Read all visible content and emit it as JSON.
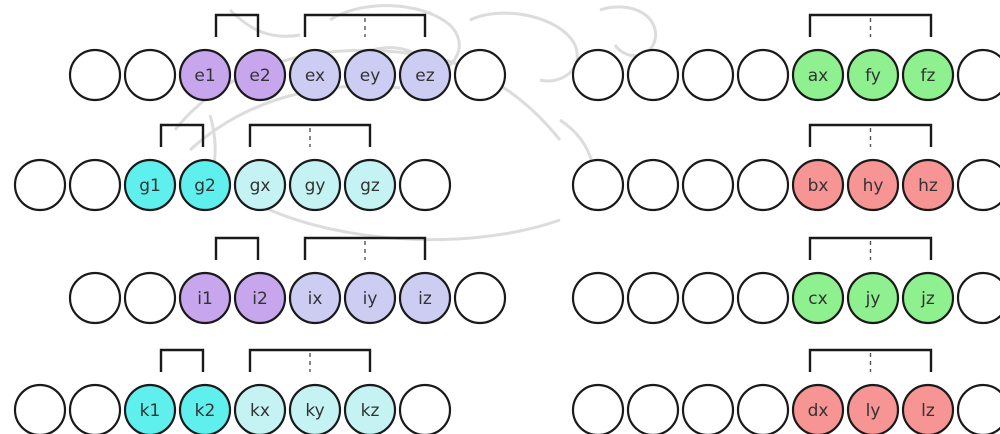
{
  "left_rows": [
    {
      "nodes": [
        {
          "label": "",
          "fill": "#ffffff"
        },
        {
          "label": "",
          "fill": "#ffffff"
        },
        {
          "label": "e1",
          "fill": "#c7a6ee"
        },
        {
          "label": "e2",
          "fill": "#c7a6ee"
        },
        {
          "label": "ex",
          "fill": "#cdcdf4"
        },
        {
          "label": "ey",
          "fill": "#cdcdf4"
        },
        {
          "label": "ez",
          "fill": "#cdcdf4"
        },
        {
          "label": "",
          "fill": "#ffffff"
        }
      ]
    },
    {
      "nodes": [
        {
          "label": "",
          "fill": "#ffffff"
        },
        {
          "label": "",
          "fill": "#ffffff"
        },
        {
          "label": "g1",
          "fill": "#5ff0ee"
        },
        {
          "label": "g2",
          "fill": "#5ff0ee"
        },
        {
          "label": "gx",
          "fill": "#c5f3f3"
        },
        {
          "label": "gy",
          "fill": "#c5f3f3"
        },
        {
          "label": "gz",
          "fill": "#c5f3f3"
        },
        {
          "label": "",
          "fill": "#ffffff"
        }
      ]
    },
    {
      "nodes": [
        {
          "label": "",
          "fill": "#ffffff"
        },
        {
          "label": "",
          "fill": "#ffffff"
        },
        {
          "label": "i1",
          "fill": "#c7a6ee"
        },
        {
          "label": "i2",
          "fill": "#c7a6ee"
        },
        {
          "label": "ix",
          "fill": "#cdcdf4"
        },
        {
          "label": "iy",
          "fill": "#cdcdf4"
        },
        {
          "label": "iz",
          "fill": "#cdcdf4"
        },
        {
          "label": "",
          "fill": "#ffffff"
        }
      ]
    },
    {
      "nodes": [
        {
          "label": "",
          "fill": "#ffffff"
        },
        {
          "label": "",
          "fill": "#ffffff"
        },
        {
          "label": "k1",
          "fill": "#5ff0ee"
        },
        {
          "label": "k2",
          "fill": "#5ff0ee"
        },
        {
          "label": "kx",
          "fill": "#c5f3f3"
        },
        {
          "label": "ky",
          "fill": "#c5f3f3"
        },
        {
          "label": "kz",
          "fill": "#c5f3f3"
        },
        {
          "label": "",
          "fill": "#ffffff"
        }
      ]
    }
  ],
  "right_rows": [
    {
      "nodes": [
        {
          "label": "",
          "fill": "#ffffff"
        },
        {
          "label": "",
          "fill": "#ffffff"
        },
        {
          "label": "",
          "fill": "#ffffff"
        },
        {
          "label": "",
          "fill": "#ffffff"
        },
        {
          "label": "ax",
          "fill": "#8ef08e"
        },
        {
          "label": "fy",
          "fill": "#8ef08e"
        },
        {
          "label": "fz",
          "fill": "#8ef08e"
        },
        {
          "label": "",
          "fill": "#ffffff"
        }
      ]
    },
    {
      "nodes": [
        {
          "label": "",
          "fill": "#ffffff"
        },
        {
          "label": "",
          "fill": "#ffffff"
        },
        {
          "label": "",
          "fill": "#ffffff"
        },
        {
          "label": "",
          "fill": "#ffffff"
        },
        {
          "label": "bx",
          "fill": "#f79494"
        },
        {
          "label": "hy",
          "fill": "#f79494"
        },
        {
          "label": "hz",
          "fill": "#f79494"
        },
        {
          "label": "",
          "fill": "#ffffff"
        }
      ]
    },
    {
      "nodes": [
        {
          "label": "",
          "fill": "#ffffff"
        },
        {
          "label": "",
          "fill": "#ffffff"
        },
        {
          "label": "",
          "fill": "#ffffff"
        },
        {
          "label": "",
          "fill": "#ffffff"
        },
        {
          "label": "cx",
          "fill": "#8ef08e"
        },
        {
          "label": "jy",
          "fill": "#8ef08e"
        },
        {
          "label": "jz",
          "fill": "#8ef08e"
        },
        {
          "label": "",
          "fill": "#ffffff"
        }
      ]
    },
    {
      "nodes": [
        {
          "label": "",
          "fill": "#ffffff"
        },
        {
          "label": "",
          "fill": "#ffffff"
        },
        {
          "label": "",
          "fill": "#ffffff"
        },
        {
          "label": "",
          "fill": "#ffffff"
        },
        {
          "label": "dx",
          "fill": "#f79494"
        },
        {
          "label": "ly",
          "fill": "#f79494"
        },
        {
          "label": "lz",
          "fill": "#f79494"
        },
        {
          "label": "",
          "fill": "#ffffff"
        }
      ]
    }
  ],
  "colors": {
    "stroke": "#1a1a1a",
    "label": "#333333",
    "watermark": "#d9d9d9"
  }
}
